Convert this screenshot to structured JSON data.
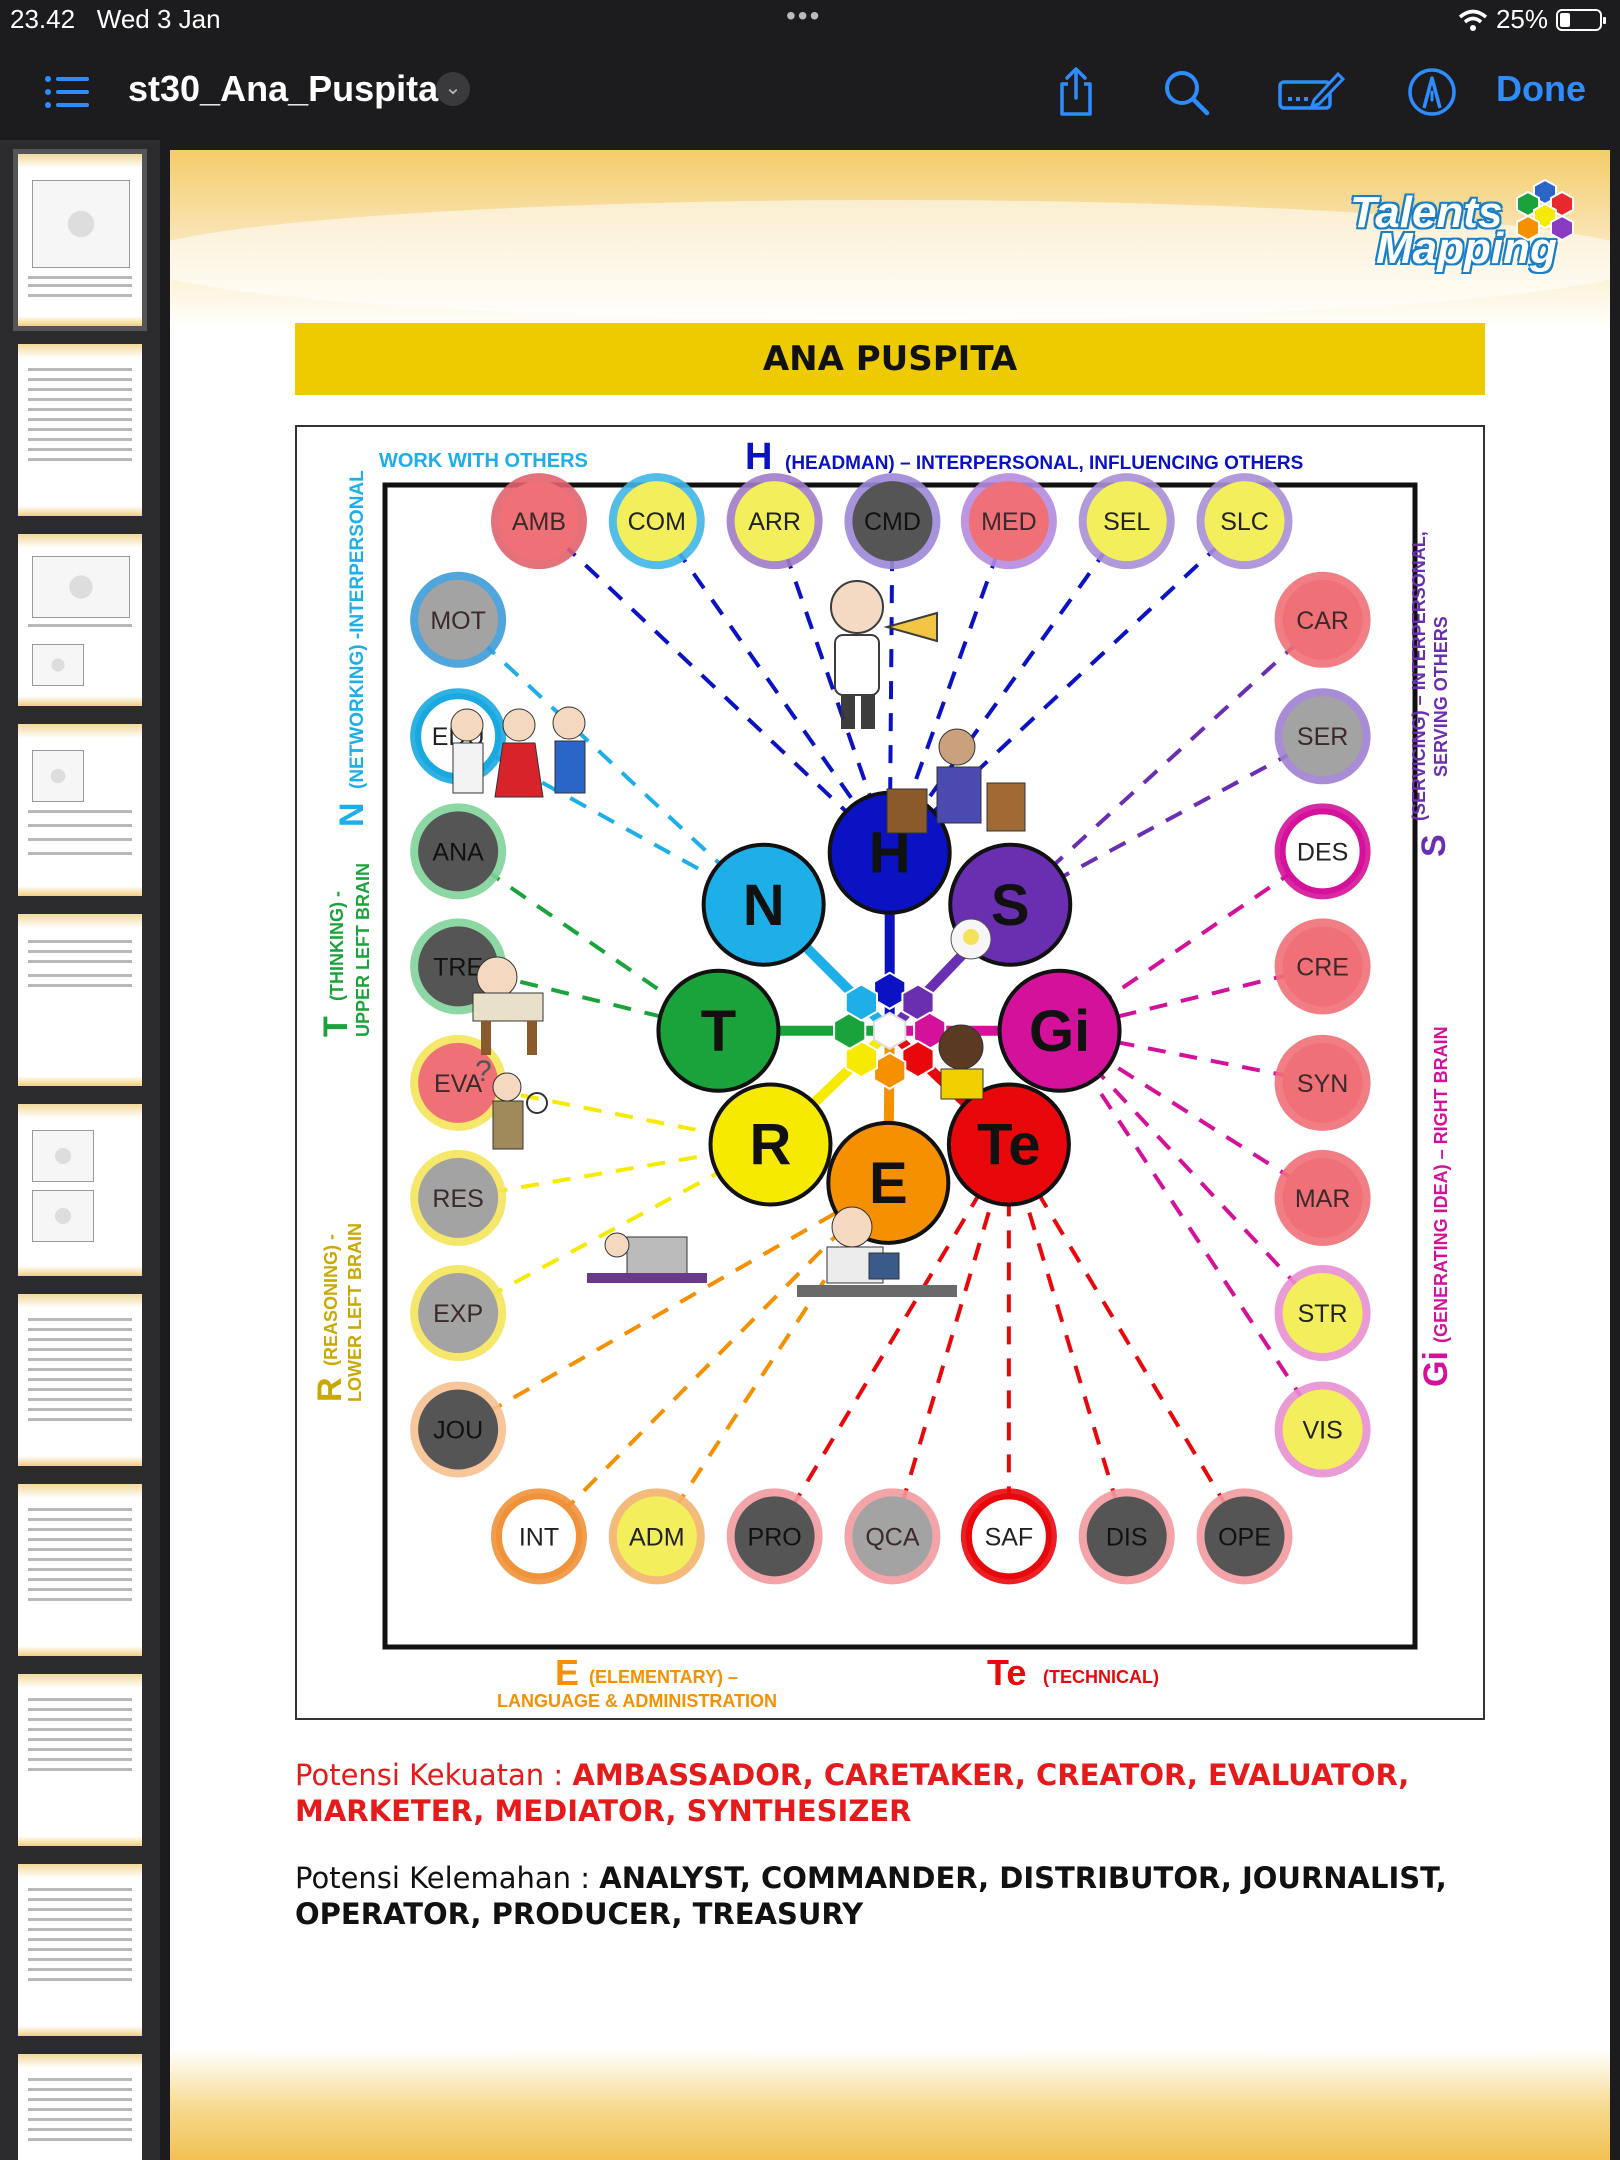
{
  "status_bar": {
    "time": "23.42",
    "date": "Wed 3 Jan",
    "battery": "25%",
    "battery_level": 0.25
  },
  "nav": {
    "title": "st30_Ana_Puspita",
    "done_label": "Done"
  },
  "icons": [
    "list-icon",
    "chevron-down-icon",
    "share-icon",
    "search-icon",
    "markup-icon",
    "pen-circle-icon",
    "wifi-icon",
    "battery-icon"
  ],
  "logo": {
    "line1": "Talents",
    "line2": "Mapping"
  },
  "name_banner": "ANA PUSPITA",
  "diagram": {
    "headings": {
      "work_with_others": "WORK WITH OTHERS",
      "h_letter": "H",
      "h_text": "(HEADMAN) – INTERPERSONAL, INFLUENCING OTHERS",
      "n_letter": "N",
      "n_text": "(NETWORKING) -INTERPERSONAL",
      "t_letter": "T",
      "t_text1": "(THINKING) -",
      "t_text2": "UPPER LEFT BRAIN",
      "r_letter": "R",
      "r_text1": "(REASONING) -",
      "r_text2": "LOWER LEFT BRAIN",
      "s_letter": "S",
      "s_text1": "(SERVICING) – INTERPERSONAL,",
      "s_text2": "SERVING OTHERS",
      "gi_letter": "Gi",
      "gi_text": "(GENERATING IDEA) – RIGHT BRAIN",
      "e_letter": "E",
      "e_text1": "(ELEMENTARY) –",
      "e_text2": "LANGUAGE & ADMINISTRATION",
      "te_letter": "Te",
      "te_text": "(TECHNICAL)"
    },
    "center_labels": {
      "H": "H",
      "N": "N",
      "S": "S",
      "T": "T",
      "Gi": "Gi",
      "R": "R",
      "E": "E",
      "Te": "Te"
    },
    "colors": {
      "H": "#0a12c4",
      "N": "#1eaee8",
      "S": "#6a2fb0",
      "T": "#1aa33a",
      "Gi": "#d4119a",
      "R": "#f6ea00",
      "E": "#f59000",
      "Te": "#e8080c",
      "strong": "#f07078",
      "weak": "#555555",
      "neutral_gray": "#a3a3a3",
      "neutral_yellow": "#f3ee5c",
      "white": "#ffffff"
    },
    "top_row": [
      {
        "code": "AMB",
        "fill": "strong",
        "ring": "#e0636e",
        "group": "H"
      },
      {
        "code": "COM",
        "fill": "neutral_yellow",
        "ring": "#3fb6e6",
        "group": "H"
      },
      {
        "code": "ARR",
        "fill": "neutral_yellow",
        "ring": "#a07bc9",
        "group": "H"
      },
      {
        "code": "CMD",
        "fill": "weak",
        "ring": "#9b88d8",
        "group": "H"
      },
      {
        "code": "MED",
        "fill": "strong",
        "ring": "#b58be0",
        "group": "H"
      },
      {
        "code": "SEL",
        "fill": "neutral_yellow",
        "ring": "#a98fd5",
        "group": "H"
      },
      {
        "code": "SLC",
        "fill": "neutral_yellow",
        "ring": "#a98fd5",
        "group": "H"
      }
    ],
    "left_col": [
      {
        "code": "MOT",
        "fill": "neutral_gray",
        "ring": "#3d9bd8",
        "group": "N"
      },
      {
        "code": "EDU",
        "fill": "white",
        "ring": "#19a8e0",
        "group": "N"
      },
      {
        "code": "ANA",
        "fill": "weak",
        "ring": "#7fd39a",
        "group": "T"
      },
      {
        "code": "TRE",
        "fill": "weak",
        "ring": "#7fd39a",
        "group": "T"
      },
      {
        "code": "EVA",
        "fill": "strong",
        "ring": "#f3e45a",
        "group": "R"
      },
      {
        "code": "RES",
        "fill": "neutral_gray",
        "ring": "#f3e45a",
        "group": "R"
      },
      {
        "code": "EXP",
        "fill": "neutral_gray",
        "ring": "#f3e45a",
        "group": "R"
      },
      {
        "code": "JOU",
        "fill": "weak",
        "ring": "#f7c090",
        "group": "E"
      }
    ],
    "right_col": [
      {
        "code": "CAR",
        "fill": "strong",
        "ring": "#f07078",
        "group": "S"
      },
      {
        "code": "SER",
        "fill": "neutral_gray",
        "ring": "#9f7fd0",
        "group": "S"
      },
      {
        "code": "DES",
        "fill": "white",
        "ring": "#d4119a",
        "group": "Gi"
      },
      {
        "code": "CRE",
        "fill": "strong",
        "ring": "#f07078",
        "group": "Gi"
      },
      {
        "code": "SYN",
        "fill": "strong",
        "ring": "#f07078",
        "group": "Gi"
      },
      {
        "code": "MAR",
        "fill": "strong",
        "ring": "#f07078",
        "group": "Gi"
      },
      {
        "code": "STR",
        "fill": "neutral_yellow",
        "ring": "#e88fd0",
        "group": "Gi"
      },
      {
        "code": "VIS",
        "fill": "neutral_yellow",
        "ring": "#e88fd0",
        "group": "Gi"
      }
    ],
    "bottom_row": [
      {
        "code": "INT",
        "fill": "white",
        "ring": "#f0923a",
        "group": "E"
      },
      {
        "code": "ADM",
        "fill": "neutral_yellow",
        "ring": "#f3b36a",
        "group": "E"
      },
      {
        "code": "PRO",
        "fill": "weak",
        "ring": "#f29aa0",
        "group": "Te"
      },
      {
        "code": "QCA",
        "fill": "neutral_gray",
        "ring": "#f29aa0",
        "group": "Te"
      },
      {
        "code": "SAF",
        "fill": "white",
        "ring": "#e8080c",
        "group": "Te"
      },
      {
        "code": "DIS",
        "fill": "weak",
        "ring": "#f29aa0",
        "group": "Te"
      },
      {
        "code": "OPE",
        "fill": "weak",
        "ring": "#f29aa0",
        "group": "Te"
      }
    ]
  },
  "strength": {
    "label": "Potensi Kekuatan : ",
    "values": "AMBASSADOR, CARETAKER, CREATOR, EVALUATOR, MARKETER, MEDIATOR, SYNTHESIZER"
  },
  "weakness": {
    "label": "Potensi Kelemahan : ",
    "values": "ANALYST, COMMANDER, DISTRIBUTOR, JOURNALIST, OPERATOR, PRODUCER, TREASURY"
  }
}
